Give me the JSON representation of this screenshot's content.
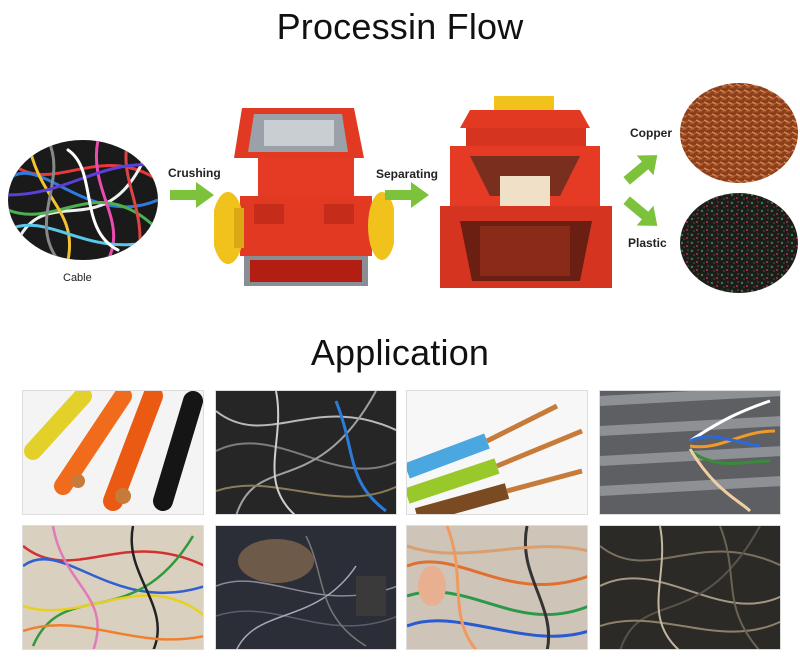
{
  "process": {
    "title": "Processin Flow",
    "labels": {
      "cable": "Cable",
      "crushing": "Crushing",
      "separating": "Separating",
      "copper": "Copper",
      "plastic": "Plastic"
    }
  },
  "application": {
    "title": "Application"
  },
  "colors": {
    "arrow": "#7cc23a",
    "machine_red": "#e23a22",
    "machine_yellow": "#f1c21b"
  }
}
